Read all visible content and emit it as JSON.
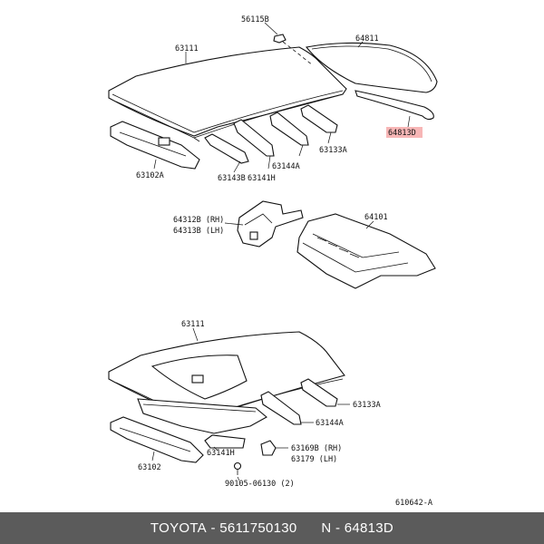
{
  "diagram": {
    "labels": {
      "p56115B": "56115B",
      "p64811": "64811",
      "p63111_top": "63111",
      "p64813D": "64813D",
      "p63102A": "63102A",
      "p63143B": "63143B",
      "p63141H_top": "63141H",
      "p63144A_top": "63144A",
      "p63133A_top": "63133A",
      "p64312B": "64312B (RH)",
      "p64313B": "64313B (LH)",
      "p64101": "64101",
      "p63111_bottom": "63111",
      "p63133A_bottom": "63133A",
      "p63144A_bottom": "63144A",
      "p63141H_bottom": "63141H",
      "p63169B": "63169B (RH)",
      "p63179": "63179   (LH)",
      "p63102": "63102",
      "p90105": "90105-06130 (2)",
      "p610642A": "610642-A"
    },
    "highlight_color": "#f7b6b6"
  },
  "footer": {
    "brand": "TOYOTA",
    "part_number": "5611750130",
    "ref": "N - 64813D"
  }
}
